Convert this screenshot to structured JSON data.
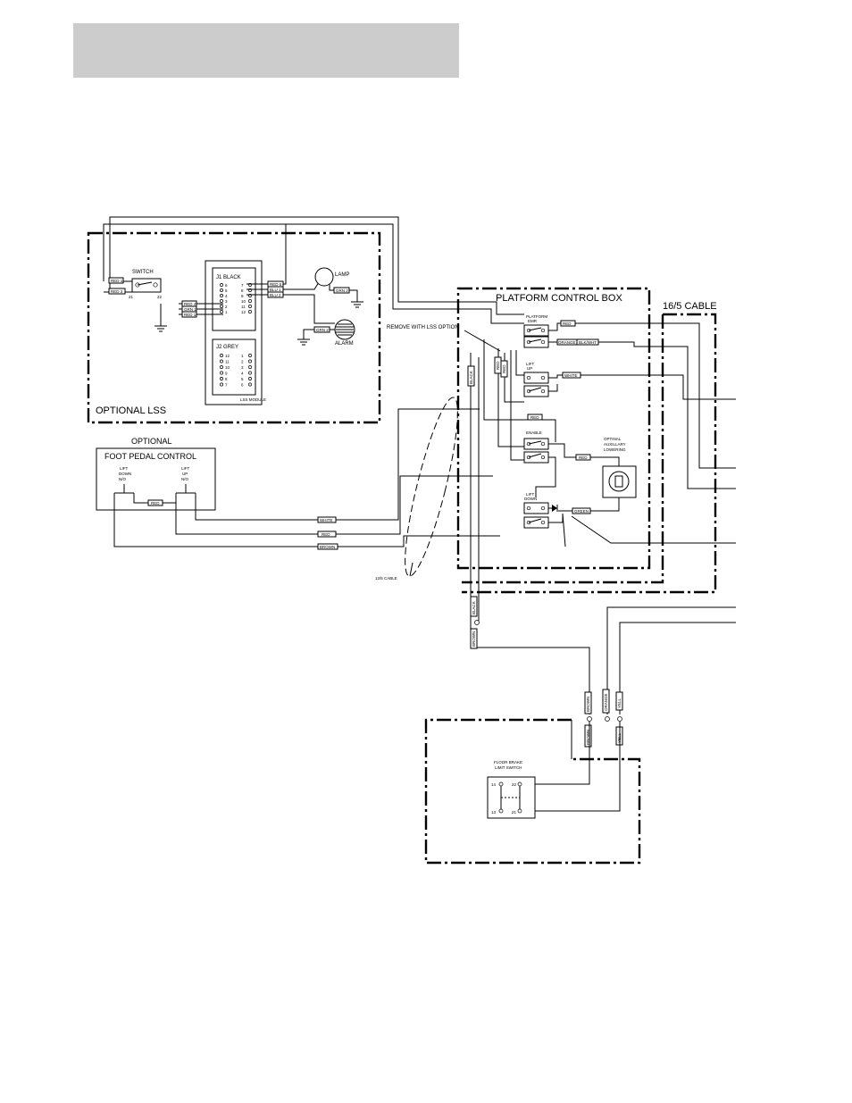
{
  "header": {
    "bar_color": "#cccccc"
  },
  "lss": {
    "title": "OPTIONAL LSS",
    "switch_label": "SWITCH",
    "switch_terminals": [
      "21",
      "22"
    ],
    "module_label": "LSS MODULE",
    "j1_label": "J1 BLACK",
    "j1_rows": [
      {
        "left": "6",
        "right": "7"
      },
      {
        "left": "5",
        "right": "8"
      },
      {
        "left": "4",
        "right": "9"
      },
      {
        "left": "3",
        "right": "10"
      },
      {
        "left": "2",
        "right": "11"
      },
      {
        "left": "1",
        "right": "12"
      }
    ],
    "j2_label": "J2 GREY",
    "j2_rows": [
      {
        "left": "12",
        "right": "1"
      },
      {
        "left": "11",
        "right": "2"
      },
      {
        "left": "10",
        "right": "3"
      },
      {
        "left": "9",
        "right": "4"
      },
      {
        "left": "8",
        "right": "5"
      },
      {
        "left": "7",
        "right": "6"
      }
    ],
    "lamp_label": "LAMP",
    "alarm_label": "ALARM",
    "wire_tags": [
      "RED 1",
      "RED 3",
      "RED 4",
      "GRN 1",
      "RED 1",
      "RED 5",
      "BLU 1",
      "BLU 2",
      "GRN 2",
      "GRN 2"
    ]
  },
  "foot_pedal": {
    "optional_label": "OPTIONAL",
    "title": "FOOT PEDAL CONTROL",
    "lift_down": [
      "LIFT",
      "DOWN",
      "N/O"
    ],
    "lift_up": [
      "LIFT",
      "UP",
      "N/O"
    ],
    "wire_tags": [
      "RED",
      "WHITE",
      "RED",
      "BROWN"
    ]
  },
  "cable_12_5": "12/5 CABLE",
  "platform_box": {
    "title": "PLATFORM CONTROL BOX",
    "remove_note": "REMOVE WITH LSS OPTION",
    "emr": [
      "PLATFORM",
      "EMR"
    ],
    "lift_up": [
      "LIFT",
      "UP"
    ],
    "enable": "ENABLE",
    "lift_down": [
      "LIFT",
      "DOWN"
    ],
    "aux": [
      "OPTINAL",
      "AUXILLARY",
      "LOWERING"
    ],
    "wire_tags": [
      "RED",
      "ORANGE",
      "BLK/WHT",
      "WHITE",
      "RED",
      "RED",
      "RED",
      "GREEN",
      "BLACK",
      "RED"
    ]
  },
  "cable_16_5": {
    "title": "16/5 CABLE"
  },
  "floor": {
    "title": [
      "FLOOR BRAKE",
      "LIMIT SWITCH"
    ],
    "terminals": [
      "14",
      "22",
      "13",
      "21"
    ],
    "wire_tags": [
      "BLACK",
      "BROWN",
      "BROWN",
      "BROWN",
      "ORANGE",
      "YELL",
      "YELL"
    ]
  }
}
